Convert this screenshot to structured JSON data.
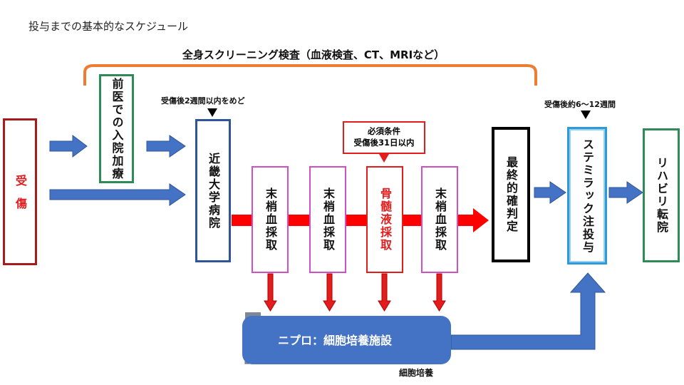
{
  "title": "投与までの基本的なスケジュール",
  "screening_label": "全身スクリーニング検査（血液検査、CT、MRIなど）",
  "notes": {
    "kindai_timing": "受傷後2週間以内をめど",
    "admin_timing": "受傷後約6〜12週間"
  },
  "condition": {
    "line1": "必須条件",
    "line2": "受傷後31日以内"
  },
  "boxes": {
    "injury": "受　傷",
    "pre_hospital": "前医での入院加療",
    "kindai": "近畿大学病院",
    "blood1": "末梢血採取",
    "blood2": "末梢血採取",
    "marrow": "骨髄液採取",
    "blood3": "末梢血採取",
    "final": "最終的確判定",
    "stemirac": "ステミラック注投与",
    "rehab": "リハビリ転院"
  },
  "nipro": {
    "label": "ニプロ：細胞培養施設",
    "sub": "細胞培養"
  },
  "colors": {
    "injury_border": "#a61c1c",
    "injury_text": "#e31d1d",
    "green_border": "#2e8b57",
    "blue_border": "#2f5597",
    "pink_border": "#d04fc4",
    "red_arrow": "#ff0000",
    "blue_arrow": "#4472c4",
    "orange_bracket": "#ed7d31",
    "stemirac_border": "#2e9bd6"
  }
}
